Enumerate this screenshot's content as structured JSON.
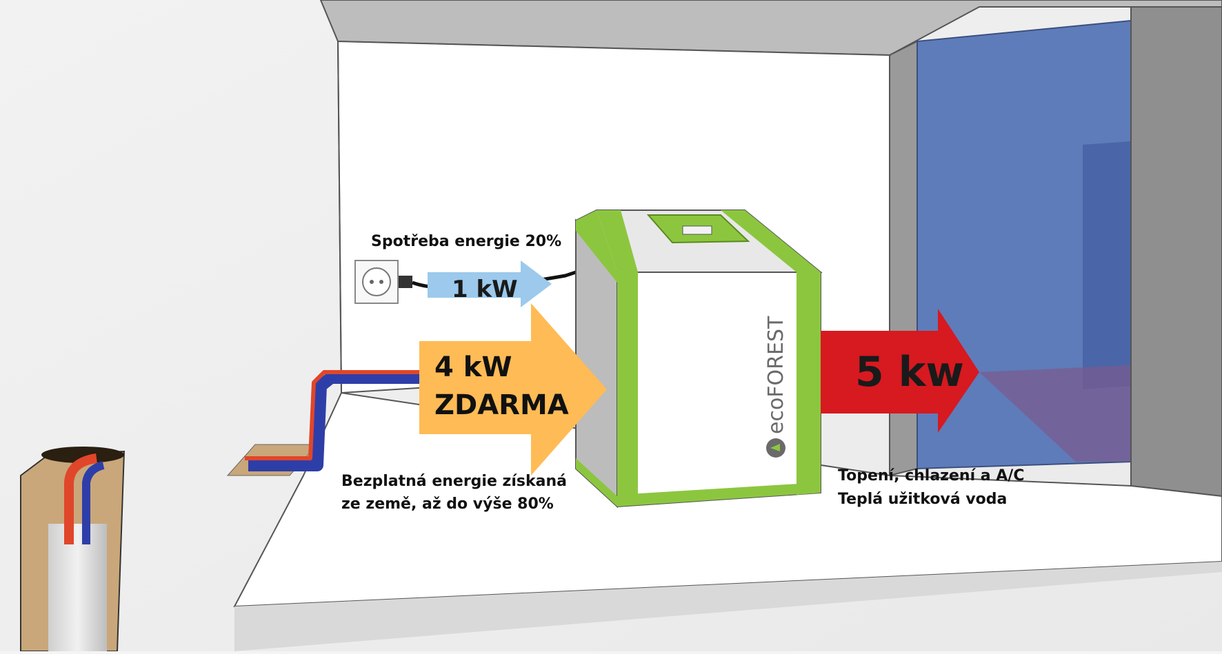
{
  "labels": {
    "consumption": "Spotřeba energie 20%",
    "free_energy_line1": "Bezplatná energie získaná",
    "free_energy_line2": "ze země, až do výše 80%",
    "output_line1": "Topení, chlazení a A/C",
    "output_line2": "Teplá užitková voda"
  },
  "arrows": {
    "electric_input": "1 kW",
    "free_input_line1": "4 kW",
    "free_input_line2": "ZDARMA",
    "output": "5 kw"
  },
  "unit": {
    "brand": "ecoFOREST"
  },
  "colors": {
    "free_arrow": "#FFBB55",
    "electric_arrow": "#9CC9EC",
    "output_arrow": "#D71920",
    "unit_green": "#8CC63F",
    "room_blue": "#5E7CB9",
    "pipe_blue": "#2E3EA8",
    "pipe_red": "#E0462A"
  },
  "icons": [
    "power-socket-icon",
    "ecoforest-logo-icon"
  ]
}
